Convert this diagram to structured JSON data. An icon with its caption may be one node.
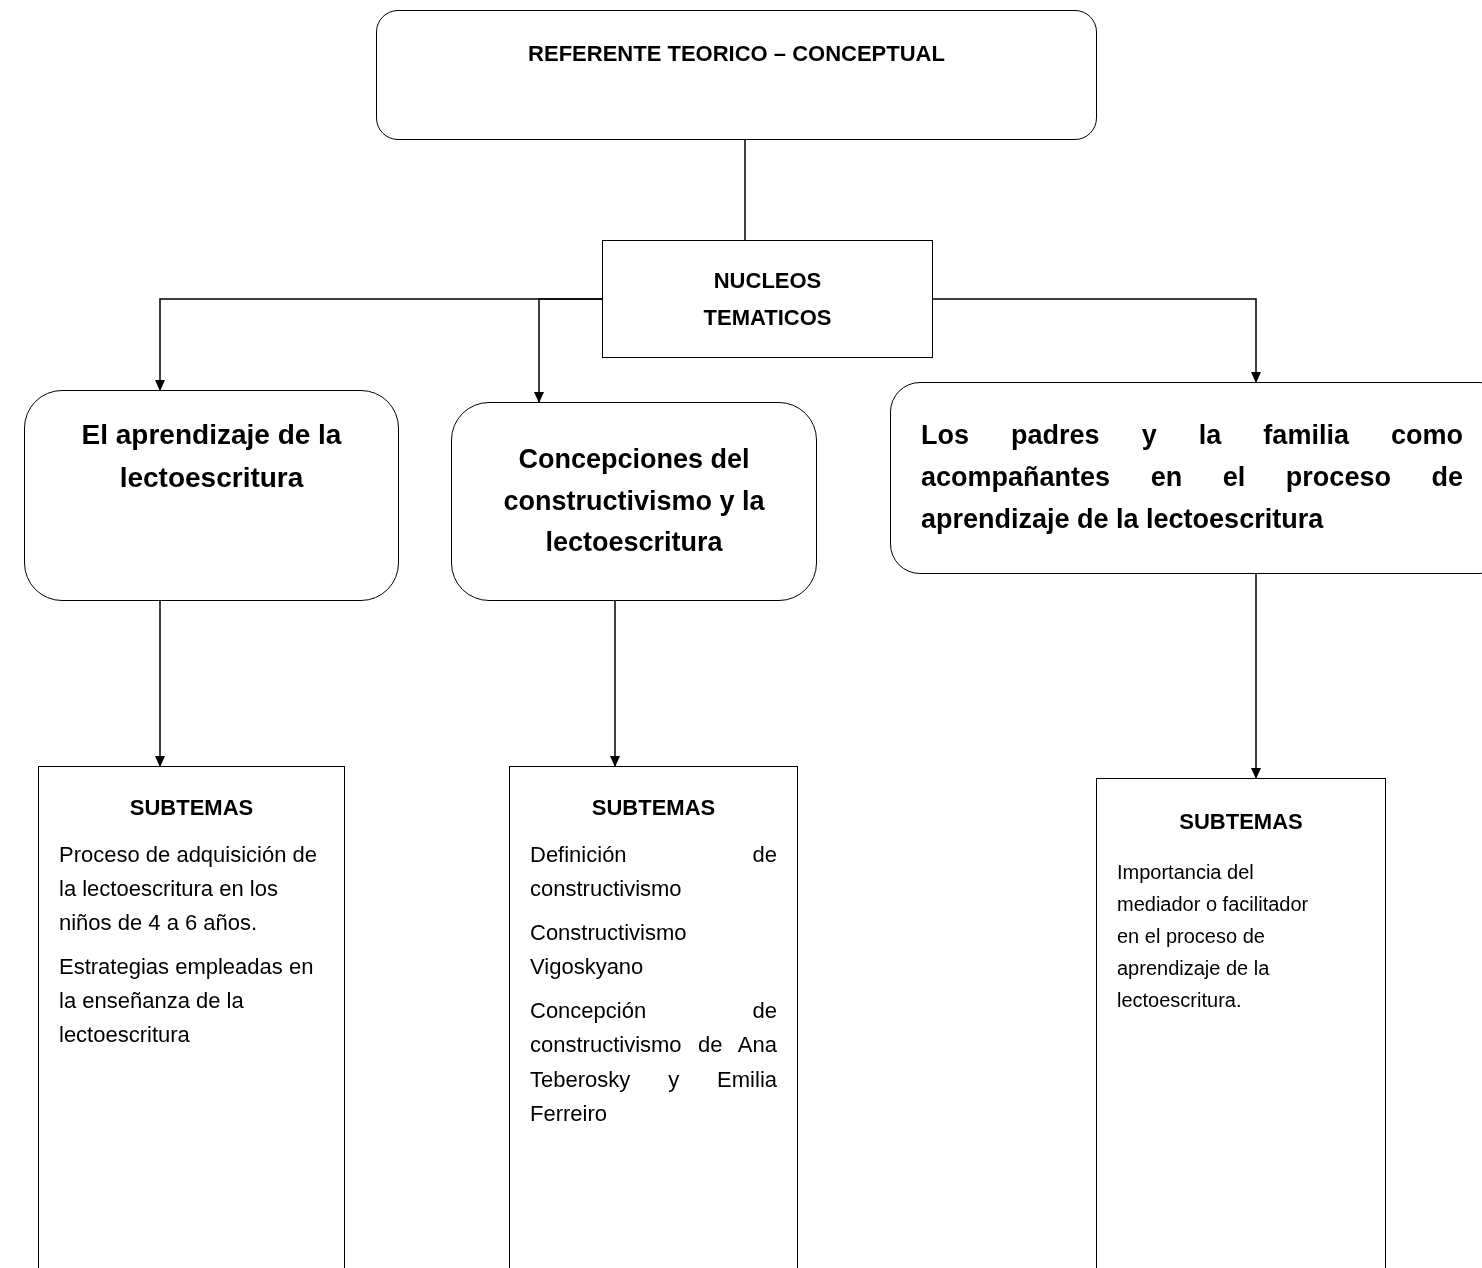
{
  "diagram": {
    "nodes": [
      {
        "text": [
          "REFERENTE TEORICO – CONCEPTUAL"
        ]
      },
      {
        "text": [
          "NUCLEOS TEMATICOS"
        ]
      },
      {
        "text": [
          "El aprendizaje de la lectoescritura"
        ]
      },
      {
        "text": [
          "Concepciones del constructivismo y la lectoescritura"
        ]
      },
      {
        "text": [
          "Los padres y la familia como acompañantes en el proceso de aprendizaje de la lectoescritura"
        ]
      },
      {
        "text": [
          "SUBTEMAS",
          "Proceso de adquisición de la lectoescritura en los niños de 4 a 6 años.",
          "Estrategias empleadas en la enseñanza de la lectoescritura"
        ]
      },
      {
        "text": [
          "SUBTEMAS",
          "Definición de constructivismo",
          "Constructivismo Vigoskyano",
          "Concepción de constructivismo de Ana Teberosky y Emilia Ferreiro"
        ]
      },
      {
        "text": [
          "SUBTEMAS",
          "Importancia del mediador o facilitador en el proceso de aprendizaje de la lectoescritura."
        ]
      }
    ],
    "edges": [
      {
        "from": 0,
        "to": 1,
        "arrow": "none"
      },
      {
        "from": 1,
        "to": 2,
        "arrow": "to"
      },
      {
        "from": 1,
        "to": 3,
        "arrow": "to"
      },
      {
        "from": 1,
        "to": 4,
        "arrow": "to"
      },
      {
        "from": 2,
        "to": 5,
        "arrow": "to"
      },
      {
        "from": 3,
        "to": 6,
        "arrow": "to"
      },
      {
        "from": 4,
        "to": 7,
        "arrow": "to"
      }
    ]
  }
}
